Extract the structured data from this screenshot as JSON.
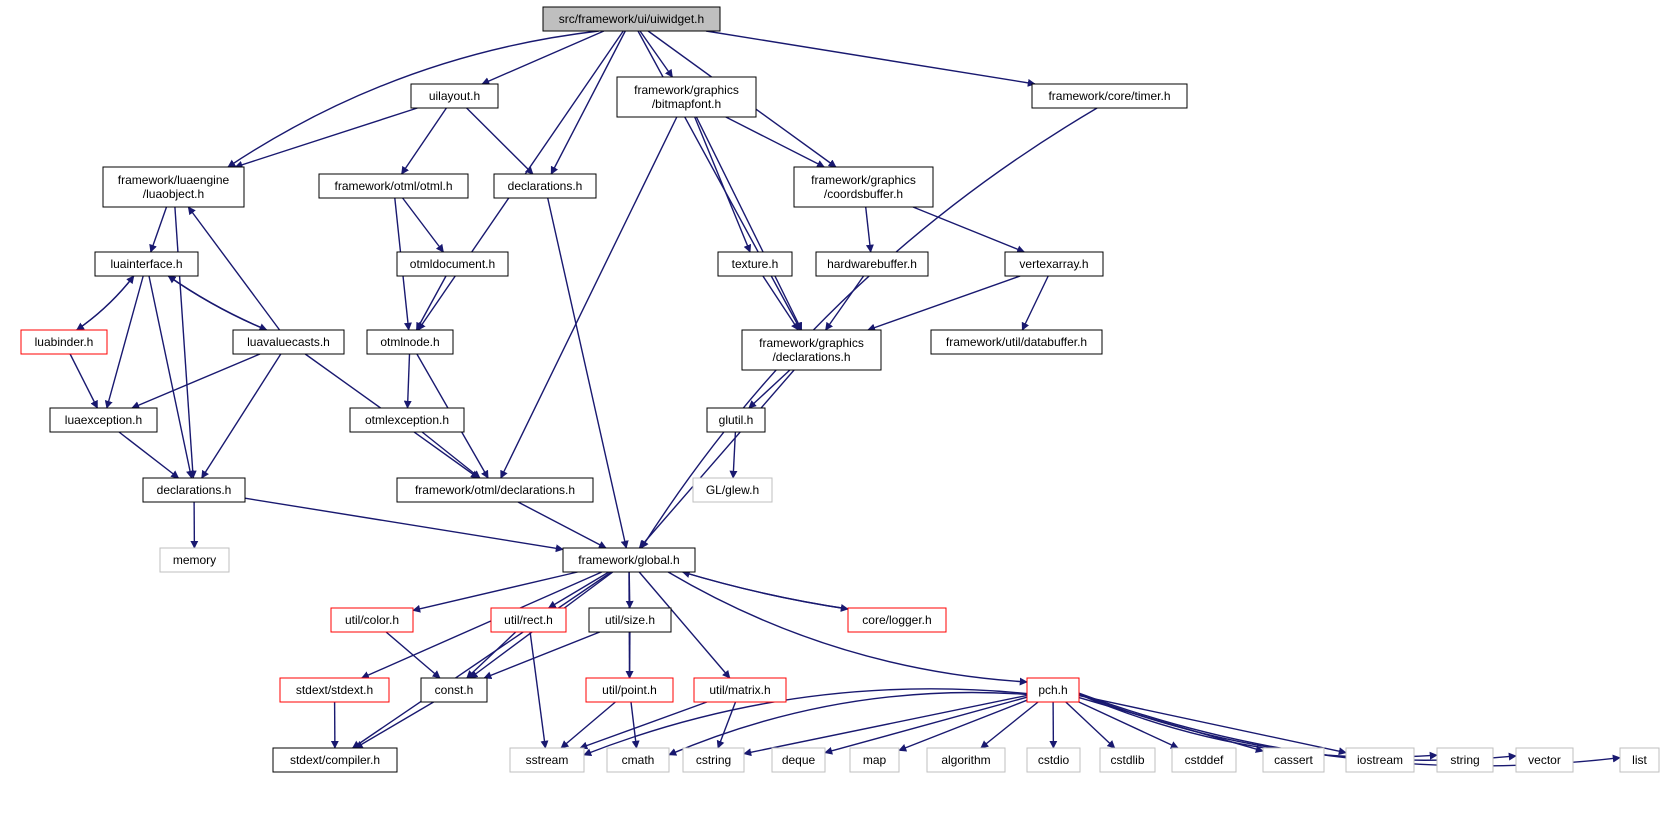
{
  "graph": {
    "root_file": "src/framework/ui/uiwidget.h",
    "nodes": {
      "root": [
        "src/framework/ui/uiwidget.h"
      ],
      "uilayout": [
        "uilayout.h"
      ],
      "bitmapfont": [
        "framework/graphics",
        "/bitmapfont.h"
      ],
      "timer": [
        "framework/core/timer.h"
      ],
      "luaobject": [
        "framework/luaengine",
        "/luaobject.h"
      ],
      "otmlh": [
        "framework/otml/otml.h"
      ],
      "uidecl": [
        "declarations.h"
      ],
      "coordsbuffer": [
        "framework/graphics",
        "/coordsbuffer.h"
      ],
      "luainterface": [
        "luainterface.h"
      ],
      "otmldocument": [
        "otmldocument.h"
      ],
      "texture": [
        "texture.h"
      ],
      "hardwarebuffer": [
        "hardwarebuffer.h"
      ],
      "vertexarray": [
        "vertexarray.h"
      ],
      "luabinder": [
        "luabinder.h"
      ],
      "luavaluecasts": [
        "luavaluecasts.h"
      ],
      "otmlnode": [
        "otmlnode.h"
      ],
      "gfxdecl": [
        "framework/graphics",
        "/declarations.h"
      ],
      "databuffer": [
        "framework/util/databuffer.h"
      ],
      "luaexception": [
        "luaexception.h"
      ],
      "otmlexception": [
        "otmlexception.h"
      ],
      "glutil": [
        "glutil.h"
      ],
      "luadecl": [
        "declarations.h"
      ],
      "otmldecl": [
        "framework/otml/declarations.h"
      ],
      "glew": [
        "GL/glew.h"
      ],
      "memory": [
        "memory"
      ],
      "global": [
        "framework/global.h"
      ],
      "color": [
        "util/color.h"
      ],
      "rect": [
        "util/rect.h"
      ],
      "size": [
        "util/size.h"
      ],
      "logger": [
        "core/logger.h"
      ],
      "stdext": [
        "stdext/stdext.h"
      ],
      "constn": [
        "const.h"
      ],
      "point": [
        "util/point.h"
      ],
      "matrix": [
        "util/matrix.h"
      ],
      "pch": [
        "pch.h"
      ],
      "compiler": [
        "stdext/compiler.h"
      ],
      "sstream": [
        "sstream"
      ],
      "cmath": [
        "cmath"
      ],
      "cstring": [
        "cstring"
      ],
      "deque": [
        "deque"
      ],
      "map": [
        "map"
      ],
      "algorithm": [
        "algorithm"
      ],
      "cstdio": [
        "cstdio"
      ],
      "cstdlib": [
        "cstdlib"
      ],
      "cstddef": [
        "cstddef"
      ],
      "cassert": [
        "cassert"
      ],
      "iostream": [
        "iostream"
      ],
      "string": [
        "string"
      ],
      "vector": [
        "vector"
      ],
      "list": [
        "list"
      ]
    }
  },
  "colors": {
    "edge": "#191970",
    "node_border": "#000000",
    "node_border_truncated": "#ff0000",
    "node_border_external": "#bfbfbf",
    "root_fill": "#bfbfbf",
    "node_fill": "#ffffff"
  }
}
